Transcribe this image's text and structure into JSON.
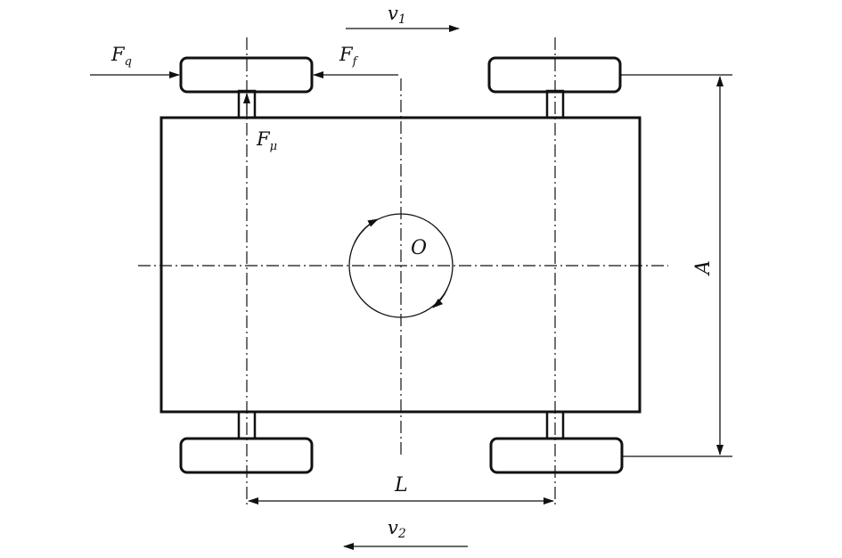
{
  "labels": {
    "v1_main": "v",
    "v1_sub": "1",
    "v2_main": "v",
    "v2_sub": "2",
    "fq_main": "F",
    "fq_sub": "q",
    "ff_main": "F",
    "ff_sub": "f",
    "fmu_main": "F",
    "fmu_sub": "μ",
    "center": "O",
    "track_width": "A",
    "wheelbase": "L"
  }
}
